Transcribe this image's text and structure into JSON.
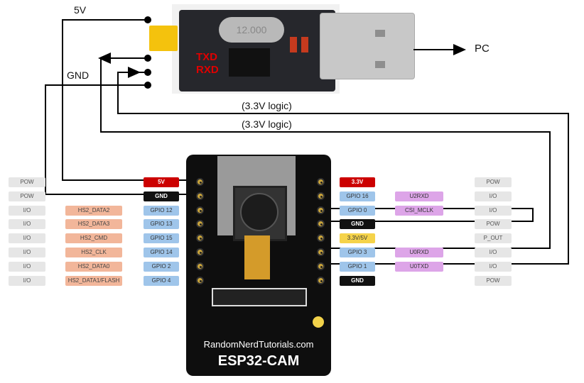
{
  "wire_labels": {
    "v5": "5V",
    "gnd": "GND",
    "pc": "PC",
    "txd": "TXD",
    "rxd": "RXD",
    "logic1": "(3.3V logic)",
    "logic2": "(3.3V logic)"
  },
  "adapter": {
    "crystal_text": "12.000"
  },
  "board": {
    "brand": "RandomNerdTutorials.com",
    "model": "ESP32-CAM"
  },
  "left_pins": [
    {
      "pow": "POW",
      "func": "",
      "gpio": "5V",
      "style": "red"
    },
    {
      "pow": "POW",
      "func": "",
      "gpio": "GND",
      "style": "black"
    },
    {
      "pow": "I/O",
      "func": "HS2_DATA2",
      "gpio": "GPIO 12",
      "style": "gpio"
    },
    {
      "pow": "I/O",
      "func": "HS2_DATA3",
      "gpio": "GPIO 13",
      "style": "gpio"
    },
    {
      "pow": "I/O",
      "func": "HS2_CMD",
      "gpio": "GPIO 15",
      "style": "gpio"
    },
    {
      "pow": "I/O",
      "func": "HS2_CLK",
      "gpio": "GPIO 14",
      "style": "gpio"
    },
    {
      "pow": "I/O",
      "func": "HS2_DATA0",
      "gpio": "GPIO 2",
      "style": "gpio"
    },
    {
      "pow": "I/O",
      "func": "HS2_DATA1/FLASH",
      "gpio": "GPIO 4",
      "style": "gpio"
    }
  ],
  "right_pins": [
    {
      "gpio": "3.3V",
      "func": "",
      "pow": "POW",
      "style": "red"
    },
    {
      "gpio": "GPIO 16",
      "func": "U2RXD",
      "pow": "I/O",
      "style": "gpio"
    },
    {
      "gpio": "GPIO 0",
      "func": "CSI_MCLK",
      "pow": "I/O",
      "style": "gpio"
    },
    {
      "gpio": "GND",
      "func": "",
      "pow": "POW",
      "style": "black"
    },
    {
      "gpio": "3.3V/5V",
      "func": "",
      "pow": "P_OUT",
      "style": "yellow"
    },
    {
      "gpio": "GPIO 3",
      "func": "U0RXD",
      "pow": "I/O",
      "style": "gpio"
    },
    {
      "gpio": "GPIO 1",
      "func": "U0TXD",
      "pow": "I/O",
      "style": "gpio"
    },
    {
      "gpio": "GND",
      "func": "",
      "pow": "POW",
      "style": "black"
    }
  ],
  "colors": {
    "wire": "#000000",
    "txd_rxd": "#e00000",
    "gpio": "#9fc5ea",
    "hs2": "#f2b69a",
    "power_red": "#cc0000",
    "uart_purple": "#dda5e8",
    "pout_yellow": "#f5d34a"
  }
}
